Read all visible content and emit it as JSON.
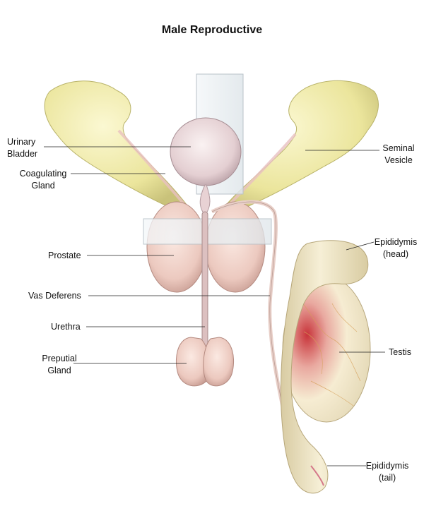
{
  "title": "Male Reproductive",
  "labels": {
    "urinary_bladder": [
      "Urinary",
      "Bladder"
    ],
    "coagulating_gland": [
      "Coagulating",
      "Gland"
    ],
    "prostate": [
      "Prostate"
    ],
    "vas_deferens": [
      "Vas Deferens"
    ],
    "urethra": [
      "Urethra"
    ],
    "preputial_gland": [
      "Preputial",
      "Gland"
    ],
    "seminal_vesicle": [
      "Seminal",
      "Vesicle"
    ],
    "epididymis_head": [
      "Epididymis",
      "(head)"
    ],
    "testis": [
      "Testis"
    ],
    "epididymis_tail": [
      "Epididymis",
      "(tail)"
    ]
  },
  "colors": {
    "vesicle": "#f0eca8",
    "vesicle_edge": "#b9b36a",
    "pink_tissue": "#f1d8d0",
    "testis_red": "#c8343a",
    "epididymis": "#efe6c4",
    "glass": "#e8eef2",
    "leader": "#222222"
  }
}
